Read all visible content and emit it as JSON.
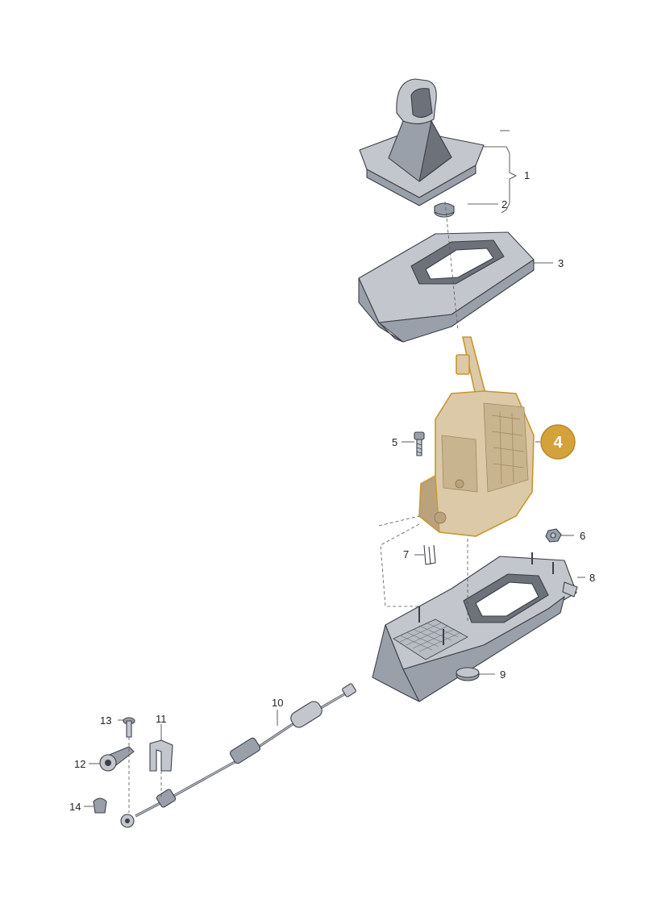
{
  "callouts": {
    "c1": "1",
    "c2": "2",
    "c3": "3",
    "c4": "4",
    "c5": "5",
    "c6": "6",
    "c7": "7",
    "c8": "8",
    "c9": "9",
    "c10": "10",
    "c11": "11",
    "c12": "12",
    "c13": "13",
    "c14": "14"
  },
  "colors": {
    "highlight": "#c9962e",
    "highlight_fill": "#d4a23a",
    "part_grey": "#9aa0aa",
    "part_tan": "#dcc9a8"
  }
}
